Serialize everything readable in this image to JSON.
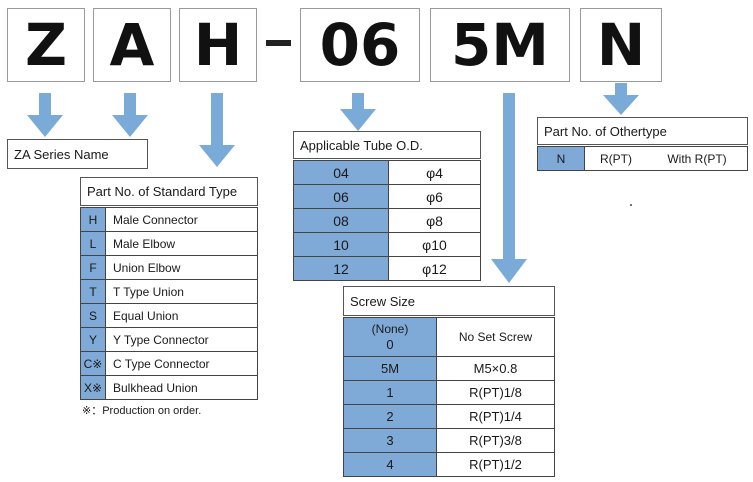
{
  "part_code": {
    "series": [
      "Z",
      "A",
      "H"
    ],
    "separator": "-",
    "tube": "06",
    "screw": "5M",
    "other": "N"
  },
  "series_name": {
    "title": "ZA Series Name"
  },
  "standard_type": {
    "title": "Part No. of Standard Type",
    "rows": [
      {
        "code": "H",
        "name": "Male Connector"
      },
      {
        "code": "L",
        "name": "Male Elbow"
      },
      {
        "code": "F",
        "name": "Union Elbow"
      },
      {
        "code": "T",
        "name": "T Type Union"
      },
      {
        "code": "S",
        "name": "Equal Union"
      },
      {
        "code": "Y",
        "name": "Y Type Connector"
      },
      {
        "code": "C※",
        "name": "C Type Connector"
      },
      {
        "code": "X※",
        "name": "Bulkhead Union"
      }
    ],
    "note": "※：Production on order."
  },
  "tube_od": {
    "title": "Applicable Tube O.D.",
    "rows": [
      {
        "code": "04",
        "value": "φ4"
      },
      {
        "code": "06",
        "value": "φ6"
      },
      {
        "code": "08",
        "value": "φ8"
      },
      {
        "code": "10",
        "value": "φ10"
      },
      {
        "code": "12",
        "value": "φ12"
      }
    ]
  },
  "screw_size": {
    "title": "Screw Size",
    "first_code_top": "(None)",
    "first_code_bottom": "0",
    "first_value": "No Set Screw",
    "rows": [
      {
        "code": "5M",
        "value": "M5×0.8"
      },
      {
        "code": "1",
        "value": "R(PT)1/8"
      },
      {
        "code": "2",
        "value": "R(PT)1/4"
      },
      {
        "code": "3",
        "value": "R(PT)3/8"
      },
      {
        "code": "4",
        "value": "R(PT)1/2"
      }
    ]
  },
  "other_type": {
    "title": "Part No. of Othertype",
    "code": "N",
    "thread": "R(PT)",
    "desc": "With R(PT)"
  },
  "colors": {
    "accent": "#7fa9d6",
    "arrow": "#7aaad8"
  }
}
